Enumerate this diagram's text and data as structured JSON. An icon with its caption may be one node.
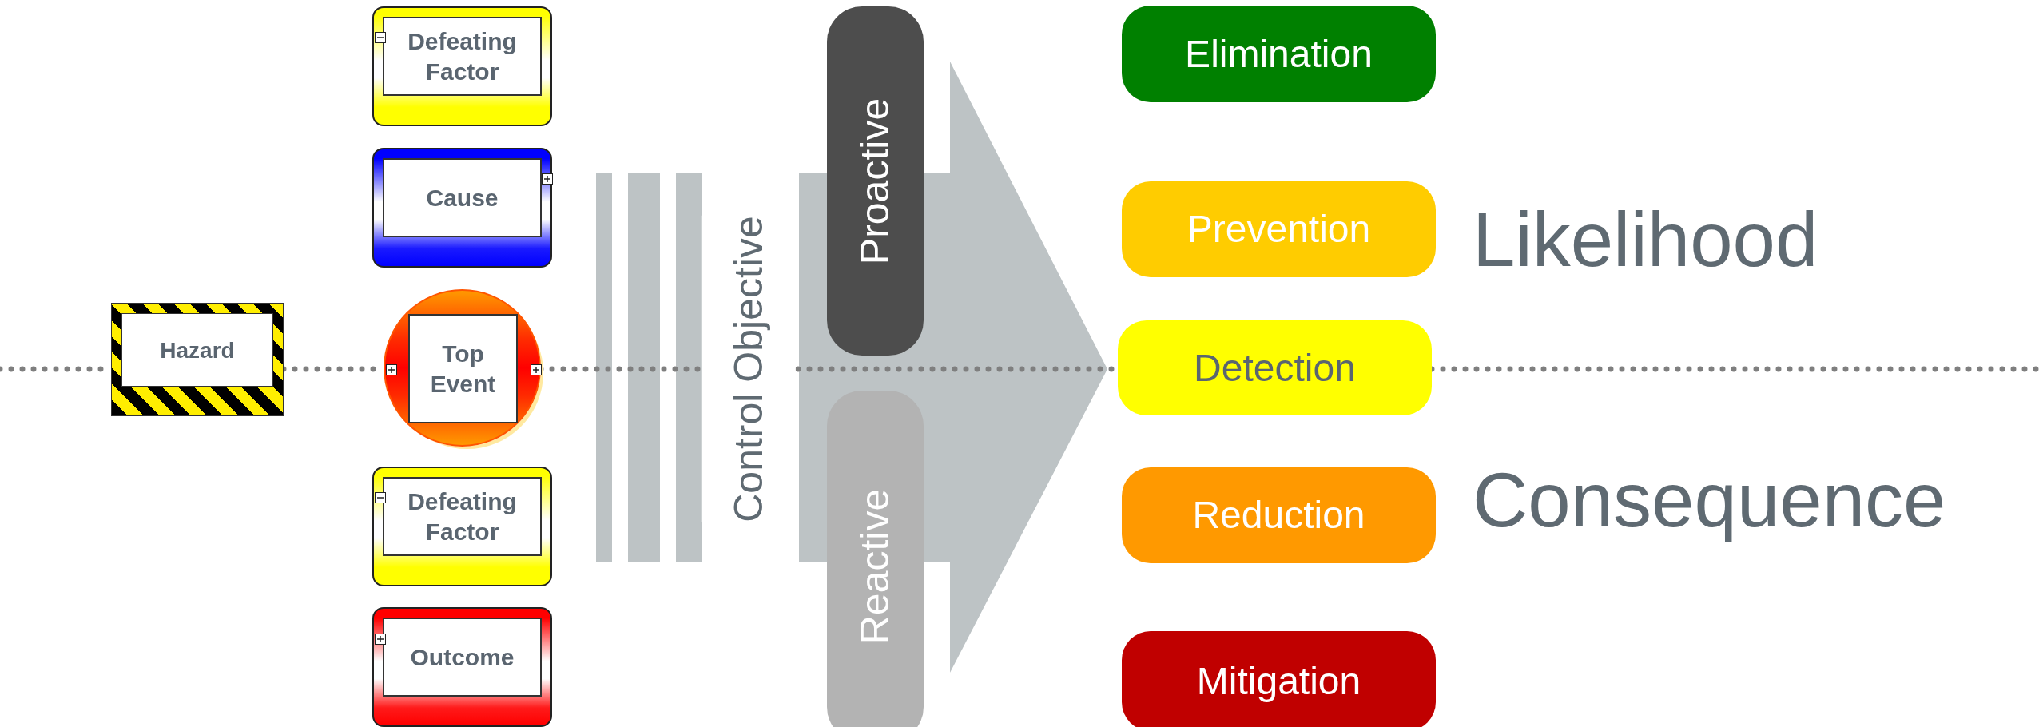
{
  "diagram": {
    "nodes": [
      {
        "text": [
          "Hazard"
        ]
      },
      {
        "text": [
          "Defeating Factor"
        ]
      },
      {
        "text": [
          "Cause"
        ]
      },
      {
        "text": [
          "Top Event"
        ]
      },
      {
        "text": [
          "Defeating Factor"
        ]
      },
      {
        "text": [
          "Outcome"
        ]
      },
      {
        "text": [
          "Proactive"
        ]
      },
      {
        "text": [
          "Reactive"
        ]
      },
      {
        "text": [
          "Elimination"
        ]
      },
      {
        "text": [
          "Prevention"
        ]
      },
      {
        "text": [
          "Detection"
        ]
      },
      {
        "text": [
          "Reduction"
        ]
      },
      {
        "text": [
          "Mitigation"
        ]
      }
    ],
    "edges": [
      {
        "from": null,
        "to": 0,
        "arrow": "none",
        "style": "dashed"
      },
      {
        "from": 0,
        "to": 3,
        "arrow": "none",
        "style": "dashed"
      },
      {
        "from": 3,
        "to": 10,
        "arrow": "none",
        "style": "dashed"
      },
      {
        "from": 10,
        "to": null,
        "arrow": "none",
        "style": "dashed"
      },
      {
        "from": null,
        "to": 10,
        "arrow": "to",
        "style": "thick",
        "color": "#bdc3c5"
      }
    ],
    "labels": [
      "Control Objective",
      "Likelihood",
      "Consequence"
    ]
  }
}
